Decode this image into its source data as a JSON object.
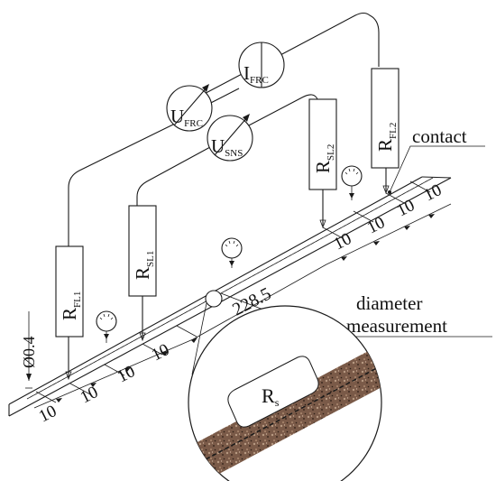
{
  "meters": {
    "u_frc": {
      "main": "U",
      "sub": "FRC"
    },
    "i_frc": {
      "main": "I",
      "sub": "FRC"
    },
    "u_sns": {
      "main": "U",
      "sub": "SNS"
    }
  },
  "resistors": {
    "r_fl1": {
      "main": "R",
      "sub": "FL1"
    },
    "r_sl1": {
      "main": "R",
      "sub": "SL1"
    },
    "r_sl2": {
      "main": "R",
      "sub": "SL2"
    },
    "r_fl2": {
      "main": "R",
      "sub": "FL2"
    }
  },
  "labels": {
    "contact": "contact",
    "diameter_line1": "diameter",
    "diameter_line2": "measurement",
    "diameter_dim": "Ø0.4",
    "center_dim": "228.5"
  },
  "dims": {
    "left": [
      "10",
      "10",
      "10",
      "10"
    ],
    "right": [
      "10",
      "10",
      "10",
      "10"
    ]
  },
  "detail": {
    "main": "R",
    "sub": "s"
  },
  "colors": {
    "wire_texture": "#7a5a48",
    "line": "#1a1a1a"
  }
}
